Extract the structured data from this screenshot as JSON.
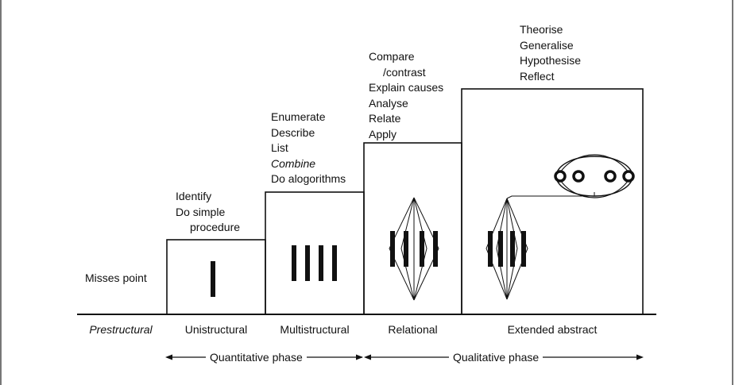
{
  "levels": [
    {
      "name": "Prestructural",
      "verbs": [
        "Misses point"
      ]
    },
    {
      "name": "Unistructural",
      "verbs": [
        "Identify",
        "Do simple",
        "procedure"
      ]
    },
    {
      "name": "Multistructural",
      "verbs": [
        "Enumerate",
        "Describe",
        "List",
        "Combine",
        "Do alogorithms"
      ]
    },
    {
      "name": "Relational",
      "verbs": [
        "Compare",
        "/contrast",
        "Explain causes",
        "Analyse",
        "Relate",
        "Apply"
      ]
    },
    {
      "name": "Extended abstract",
      "verbs": [
        "Theorise",
        "Generalise",
        "Hypothesise",
        "Reflect"
      ]
    }
  ],
  "phases": [
    {
      "name": "Quantitative phase"
    },
    {
      "name": "Qualitative phase"
    }
  ]
}
